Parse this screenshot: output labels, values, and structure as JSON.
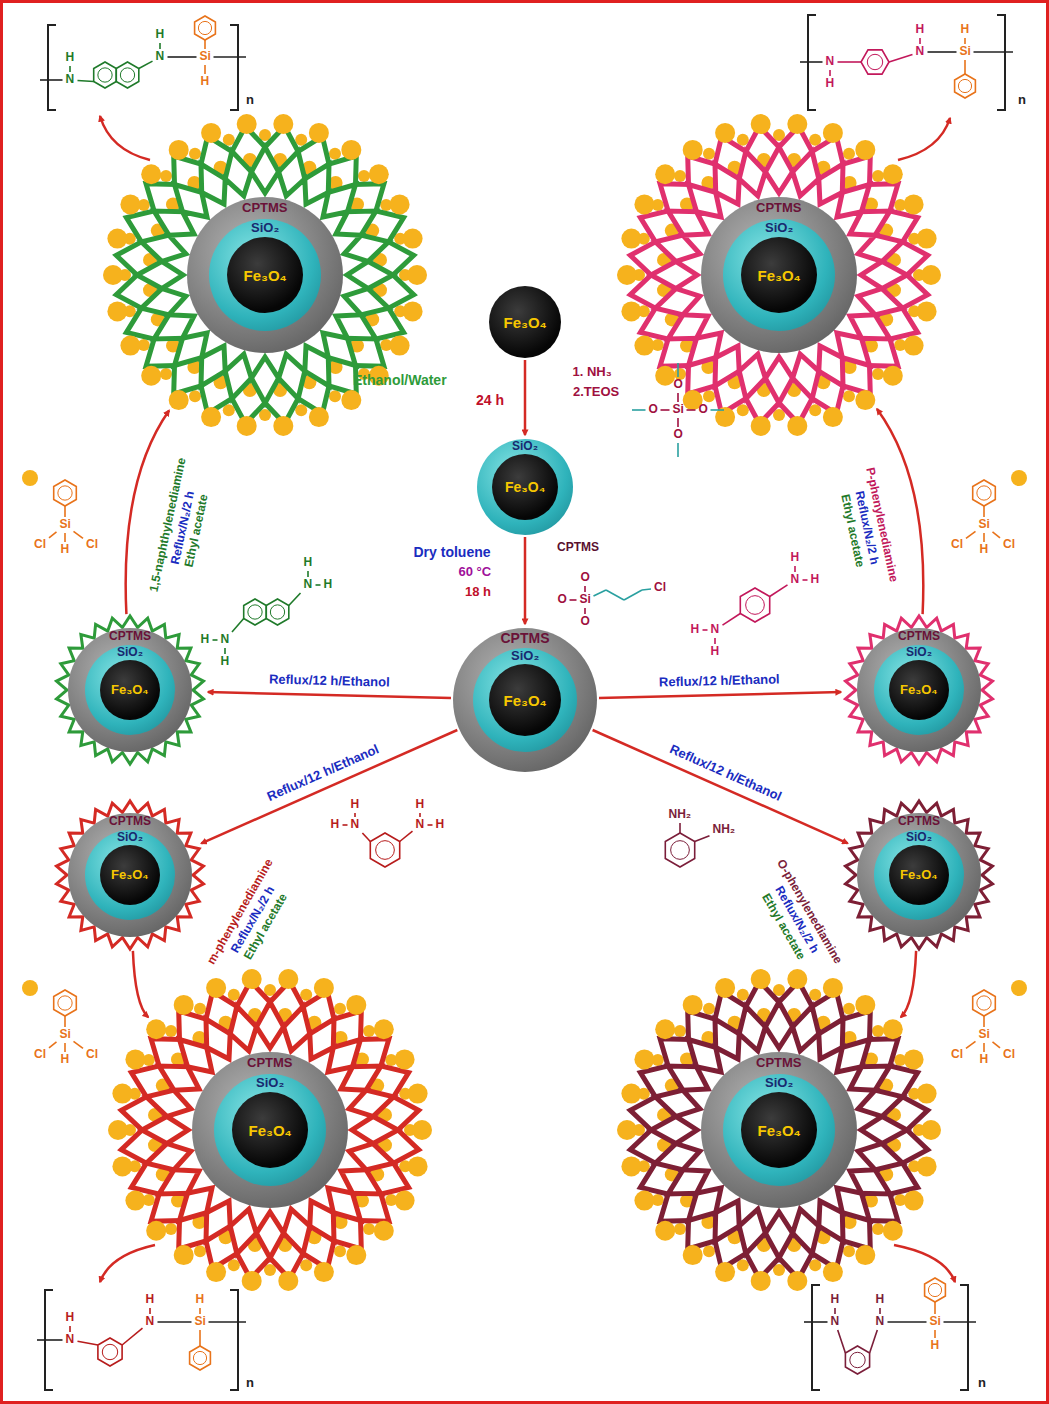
{
  "diagram": {
    "nodes": [
      {
        "text": [
          "CPTMS"
        ]
      },
      {
        "text": [
          "SiO₂"
        ],
        "in": 0
      },
      {
        "text": [
          "Fe₃O₄"
        ],
        "in": 1
      },
      {
        "text": [
          "CPTMS"
        ]
      },
      {
        "text": [
          "SiO₂"
        ],
        "in": 3
      },
      {
        "text": [
          "Fe₃O₄"
        ],
        "in": 4
      },
      {
        "text": [
          "Fe₃O₄"
        ]
      },
      {
        "text": [
          "SiO₂"
        ]
      },
      {
        "text": [
          "Fe₃O₄"
        ],
        "in": 7
      },
      {
        "text": [
          "CPTMS"
        ]
      },
      {
        "text": [
          "SiO₂"
        ],
        "in": 9
      },
      {
        "text": [
          "Fe₃O₄"
        ],
        "in": 10
      },
      {
        "text": [
          "CPTMS"
        ]
      },
      {
        "text": [
          "SiO₂"
        ],
        "in": 12
      },
      {
        "text": [
          "Fe₃O₄"
        ],
        "in": 13
      },
      {
        "text": [
          "CPTMS"
        ]
      },
      {
        "text": [
          "SiO₂"
        ],
        "in": 15
      },
      {
        "text": [
          "Fe₃O₄"
        ],
        "in": 16
      },
      {
        "text": [
          "CPTMS"
        ]
      },
      {
        "text": [
          "SiO₂"
        ],
        "in": 18
      },
      {
        "text": [
          "Fe₃O₄"
        ],
        "in": 19
      },
      {
        "text": [
          "CPTMS"
        ]
      },
      {
        "text": [
          "SiO₂"
        ],
        "in": 21
      },
      {
        "text": [
          "Fe₃O₄"
        ],
        "in": 22
      },
      {
        "text": [
          "CPTMS"
        ]
      },
      {
        "text": [
          "SiO₂"
        ],
        "in": 24
      },
      {
        "text": [
          "Fe₃O₄"
        ],
        "in": 25
      },
      {
        "text": [
          "CPTMS"
        ]
      },
      {
        "text": [
          "SiO₂"
        ],
        "in": 27
      },
      {
        "text": [
          "Fe₃O₄"
        ],
        "in": 28
      }
    ],
    "edges": [
      {
        "from": 6,
        "to": 7,
        "arrow": "to"
      },
      {
        "from": 7,
        "to": 15,
        "arrow": "to"
      },
      {
        "from": 15,
        "to": 9,
        "arrow": "to",
        "label": "Reflux/12 h/Ethanol"
      },
      {
        "from": 15,
        "to": 12,
        "arrow": "to",
        "label": "Reflux/12 h/Ethanol"
      },
      {
        "from": 15,
        "to": 18,
        "arrow": "to",
        "label": "Reflux/12 h/Ethanol"
      },
      {
        "from": 15,
        "to": 21,
        "arrow": "to",
        "label": "Reflux/12 h/Ethanol"
      },
      {
        "from": 9,
        "to": 0,
        "arrow": "to"
      },
      {
        "from": 12,
        "to": 3,
        "arrow": "to"
      },
      {
        "from": 18,
        "to": 24,
        "arrow": "to"
      },
      {
        "from": 21,
        "to": 27,
        "arrow": "to"
      }
    ],
    "labels": [
      "Ethanol/Water",
      "24 h",
      "1. NH₃",
      "2.TEOS",
      "O",
      "O",
      "Si",
      "O",
      "O",
      "Dry toluene",
      "60 °C",
      "18 h",
      "CPTMS",
      "O",
      "O",
      "Si",
      "O",
      "Cl",
      "H",
      "N",
      "H",
      "N",
      "H",
      "H",
      "N",
      "H",
      "H",
      "H",
      "N",
      "H",
      "H",
      "N",
      "H",
      "N",
      "H",
      "H",
      "NH₂",
      "NH₂",
      "1,5-naphthylenediamine",
      "Reflux/N₂/2 h",
      "Ethyl acetate",
      "Si",
      "H",
      "Cl",
      "Cl",
      "P-phenylenediamine",
      "Reflux/N₂/2 h",
      "Ethyl acetate",
      "Si",
      "H",
      "Cl",
      "Cl",
      "m-phenylenediamine",
      "Reflux/N₂/2 h",
      "Ethyl acetate",
      "Si",
      "H",
      "Cl",
      "Cl",
      "O-phenylenediamine",
      "Reflux/N₂/2 h",
      "Ethyl acetate",
      "Si",
      "H",
      "Cl",
      "Cl",
      "H",
      "N",
      "H",
      "N",
      "Si",
      "H",
      "n",
      "N",
      "H",
      "H",
      "N",
      "H",
      "Si",
      "n",
      "H",
      "N",
      "H",
      "N",
      "H",
      "Si",
      "n",
      "H",
      "N",
      "H",
      "N",
      "Si",
      "H",
      "n"
    ]
  }
}
